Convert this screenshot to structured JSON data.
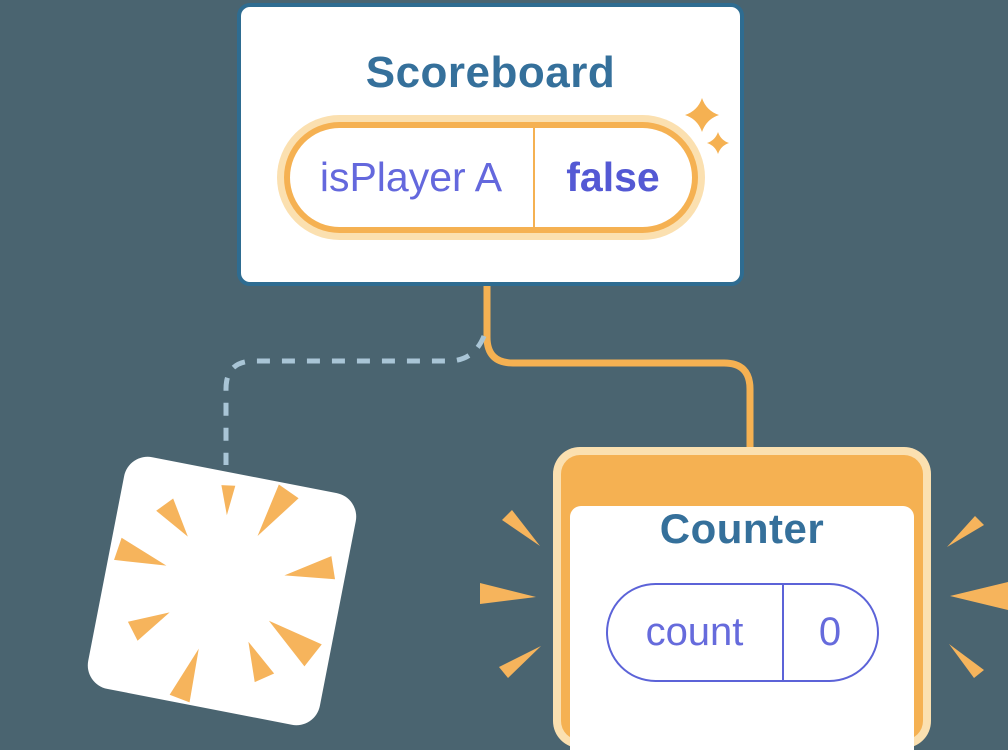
{
  "diagram": {
    "background_color": "#4A6470",
    "colors": {
      "card_border_teal": "#2E6C91",
      "title_blue": "#35709B",
      "highlight_orange": "#F5B152",
      "highlight_glow": "#FBE0B0",
      "state_purple": "#6468DD",
      "state_purple_bold": "#5459D4",
      "pill_border_purple": "#5C63D8",
      "dashed_line_blue": "#A9C5D6",
      "burst_orange": "#F6B45C"
    },
    "scoreboard": {
      "title": "Scoreboard",
      "state": {
        "name": "isPlayer A",
        "value": "false"
      },
      "icon": "sparkles-icon"
    },
    "counter": {
      "title": "Counter",
      "state": {
        "name": "count",
        "value": "0"
      },
      "icon": "emphasis-marks"
    },
    "destroyed_child": {
      "icon": "poof-burst-icon"
    }
  }
}
